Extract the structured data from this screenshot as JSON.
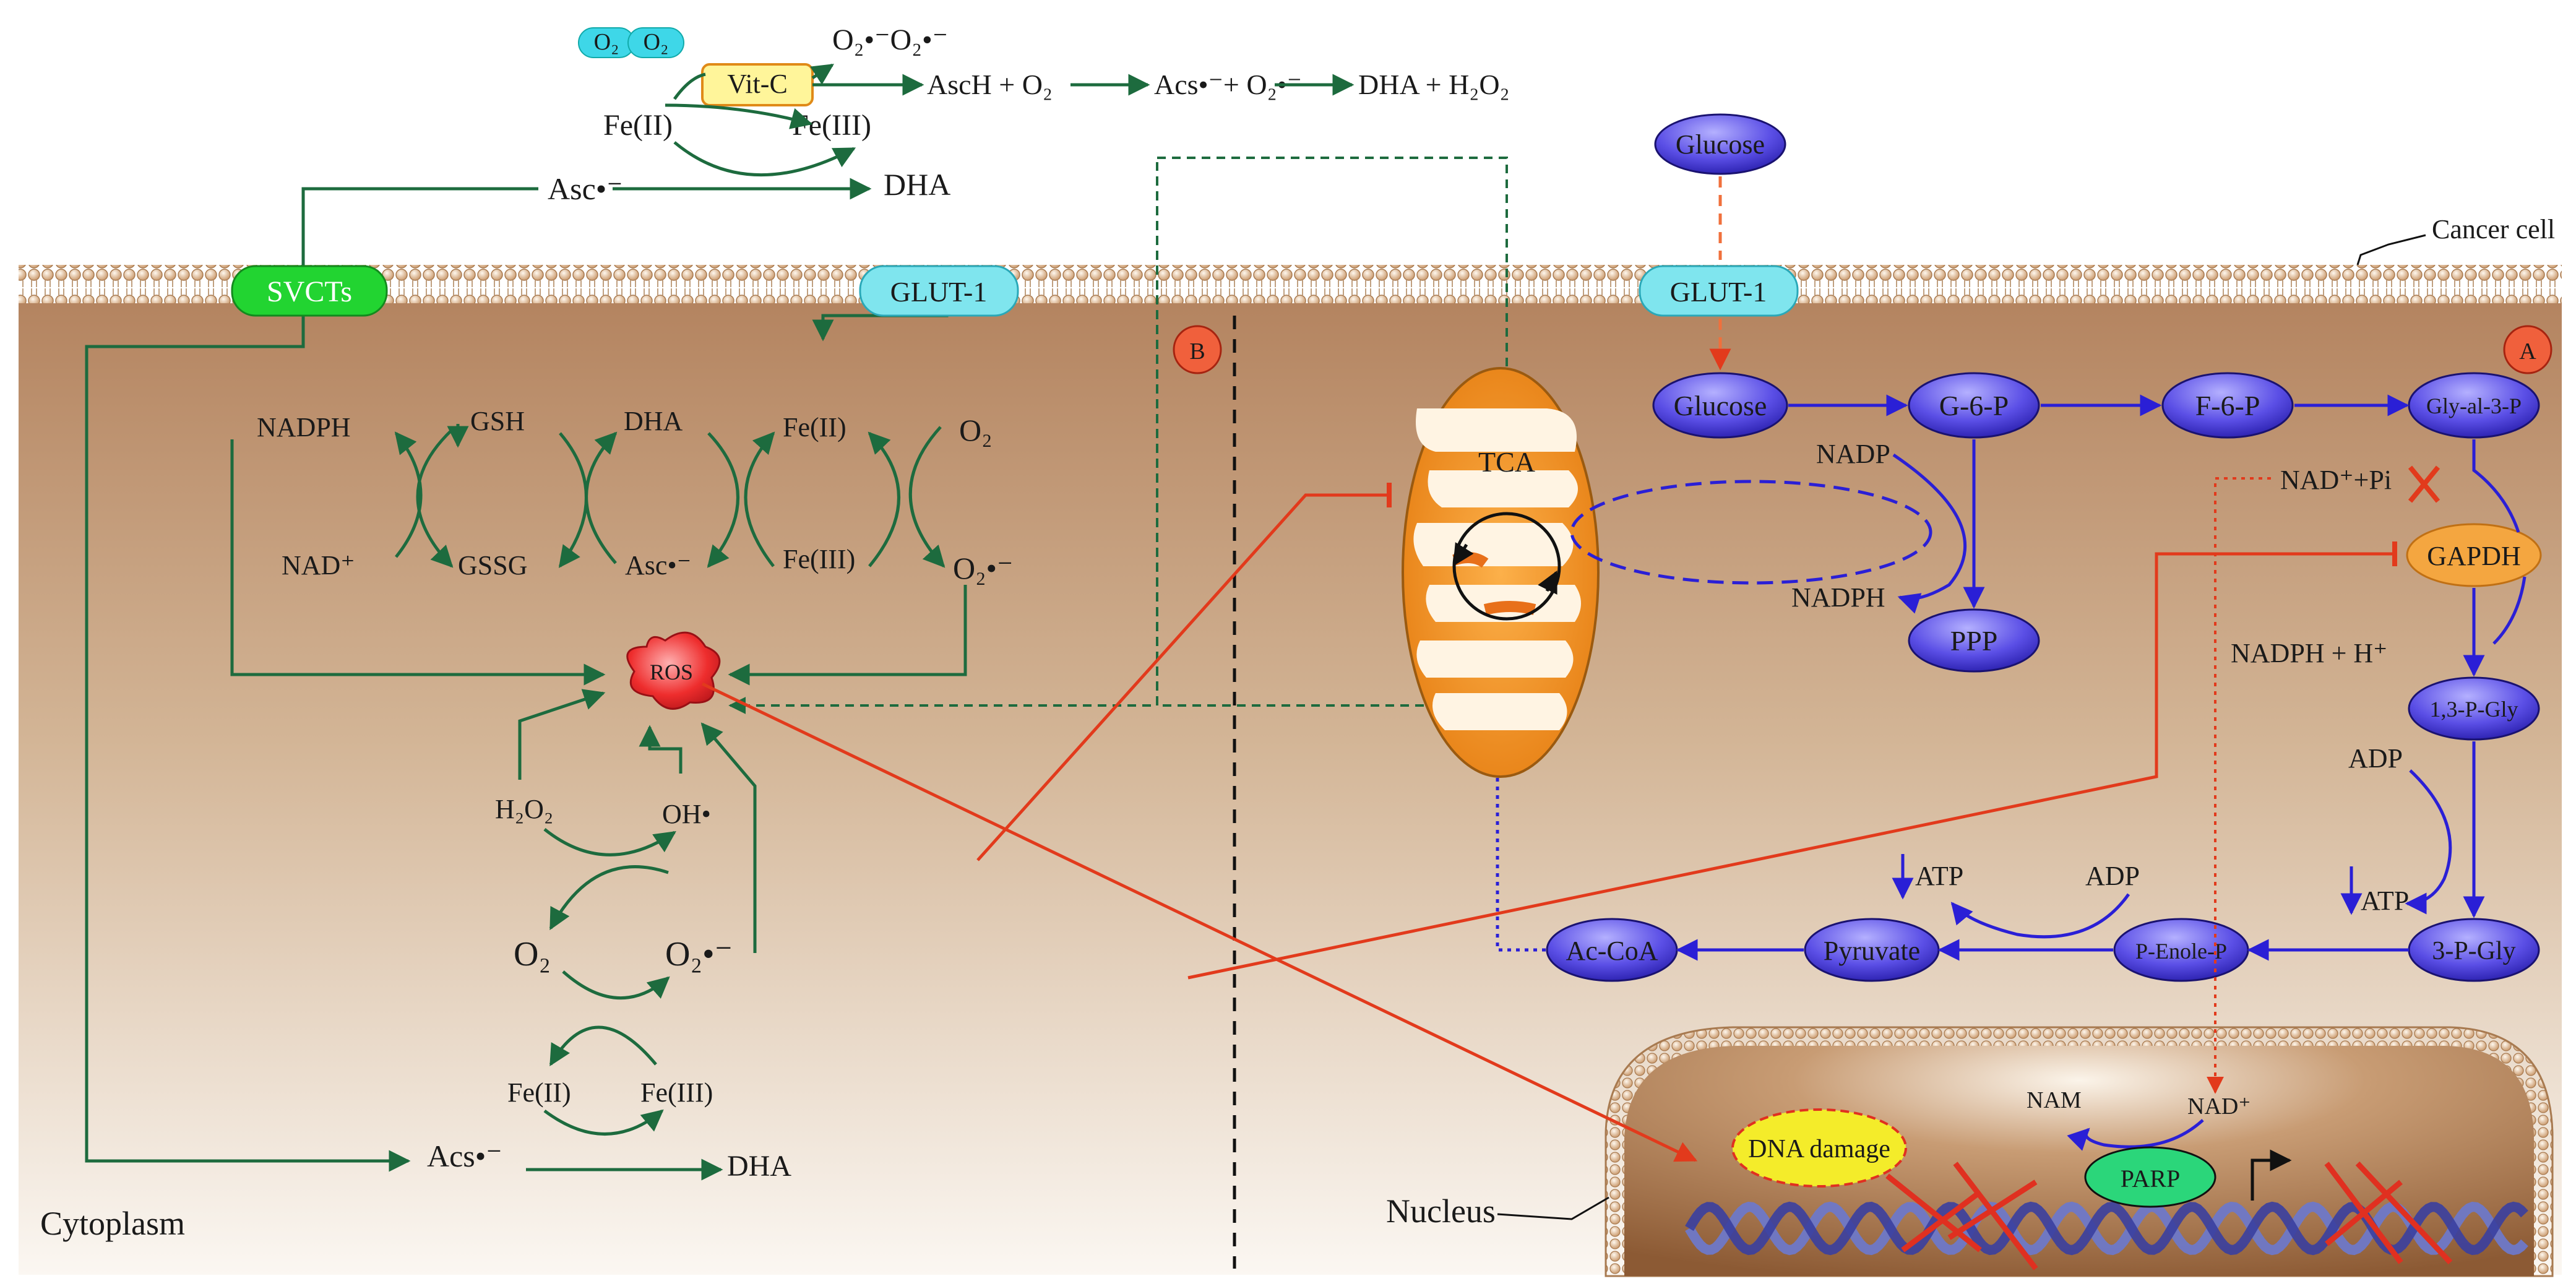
{
  "labels": {
    "cancer_cell": "Cancer cell",
    "cytoplasm": "Cytoplasm",
    "nucleus": "Nucleus",
    "panel_a": "A",
    "panel_b": "B",
    "svcts": "SVCTs",
    "glut1_left": "GLUT-1",
    "glut1_right": "GLUT-1",
    "o2_a": "O₂",
    "o2_b": "O₂",
    "vitc": "Vit-C",
    "fe2_top": "Fe(II)",
    "fe3_top": "Fe(III)",
    "superoxide_pair": "O₂•⁻O₂•⁻",
    "asch_o2": "AscH + O₂",
    "acs_o2": "Acs•⁻+ O₂•⁻",
    "dha_h2o2": "DHA +  H₂O₂",
    "asc_top": "Asc•⁻",
    "dha_top": "DHA",
    "nadph_l": "NADPH",
    "nad_l": "NAD⁺",
    "gsh": "GSH",
    "gssg": "GSSG",
    "dha_mid": "DHA",
    "asc_mid": "Asc•⁻",
    "fe2_mid": "Fe(II)",
    "fe3_mid": "Fe(III)",
    "o2_mid": "O₂",
    "o2_sup_mid": "O₂•⁻",
    "ros": "ROS",
    "h2o2": "H₂O₂",
    "oh": "OH•",
    "o2_low": "O₂",
    "o2_sup_low": "O₂•⁻",
    "fe2_low": "Fe(II)",
    "fe3_low": "Fe(III)",
    "acs_low": "Acs•⁻",
    "dha_low": "DHA",
    "glucose_out": "Glucose",
    "glucose_in": "Glucose",
    "g6p": "G-6-P",
    "f6p": "F-6-P",
    "gly_al_3p": "Gly-al-3-P",
    "nadp": "NADP",
    "nadph_r": "NADPH",
    "ppp": "PPP",
    "nad_pi": "NAD⁺+Pi",
    "gapdh": "GAPDH",
    "nadph_h": "NADPH + H⁺",
    "p13gly": "1,3-P-Gly",
    "adp_r": "ADP",
    "atp_r": "ATP",
    "p3gly": "3-P-Gly",
    "penolep": "P-Enole-P",
    "adp_mid": "ADP",
    "atp_mid": "ATP",
    "pyruvate": "Pyruvate",
    "accoa": "Ac-CoA",
    "tca": "TCA",
    "dna_damage": "DNA damage",
    "nam": "NAM",
    "nad_nuc": "NAD⁺",
    "parp": "PARP"
  },
  "colors": {
    "pathway_green": "#1d6b3e",
    "glycolysis_blue": "#2a1fd6",
    "inhibition_red": "#e23a1c",
    "membrane": "#c59a6a",
    "cytoplasm_top": "#b48460",
    "cytoplasm_bottom": "#faf5ef",
    "node_blue": "#4a3fd8",
    "mito_orange": "#f0901c",
    "glut_cyan": "#7fe5ee",
    "svct_green": "#22d431",
    "ros_red": "#e8242e",
    "gapdh_orange": "#f4a640",
    "dna_yellow": "#f4ec2a",
    "parp_green": "#2bd67a"
  },
  "icons": [
    "membrane-bilayer",
    "mitochondrion-icon",
    "dna-helix-icon",
    "ros-blob-icon",
    "transcription-arrow-icon"
  ]
}
